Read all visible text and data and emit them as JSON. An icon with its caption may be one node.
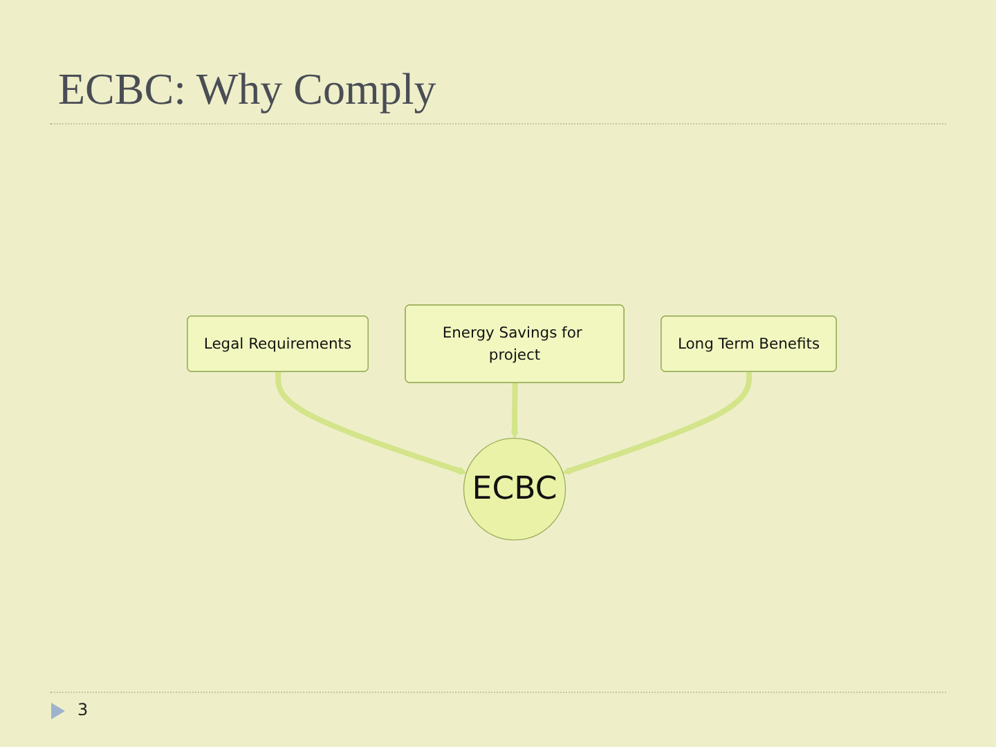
{
  "diagram": {
    "title": "ECBC: Why Comply",
    "nodes": [
      {
        "text": [
          "Legal Requirements"
        ]
      },
      {
        "text": [
          "Energy Savings for project"
        ]
      },
      {
        "text": [
          "Long Term Benefits"
        ]
      },
      {
        "text": [
          "ECBC"
        ]
      }
    ],
    "edges": [
      {
        "from": 0,
        "to": 3,
        "arrow": "to"
      },
      {
        "from": 1,
        "to": 3,
        "arrow": "to"
      },
      {
        "from": 2,
        "to": 3,
        "arrow": "to"
      }
    ],
    "labels": [
      "3"
    ]
  }
}
